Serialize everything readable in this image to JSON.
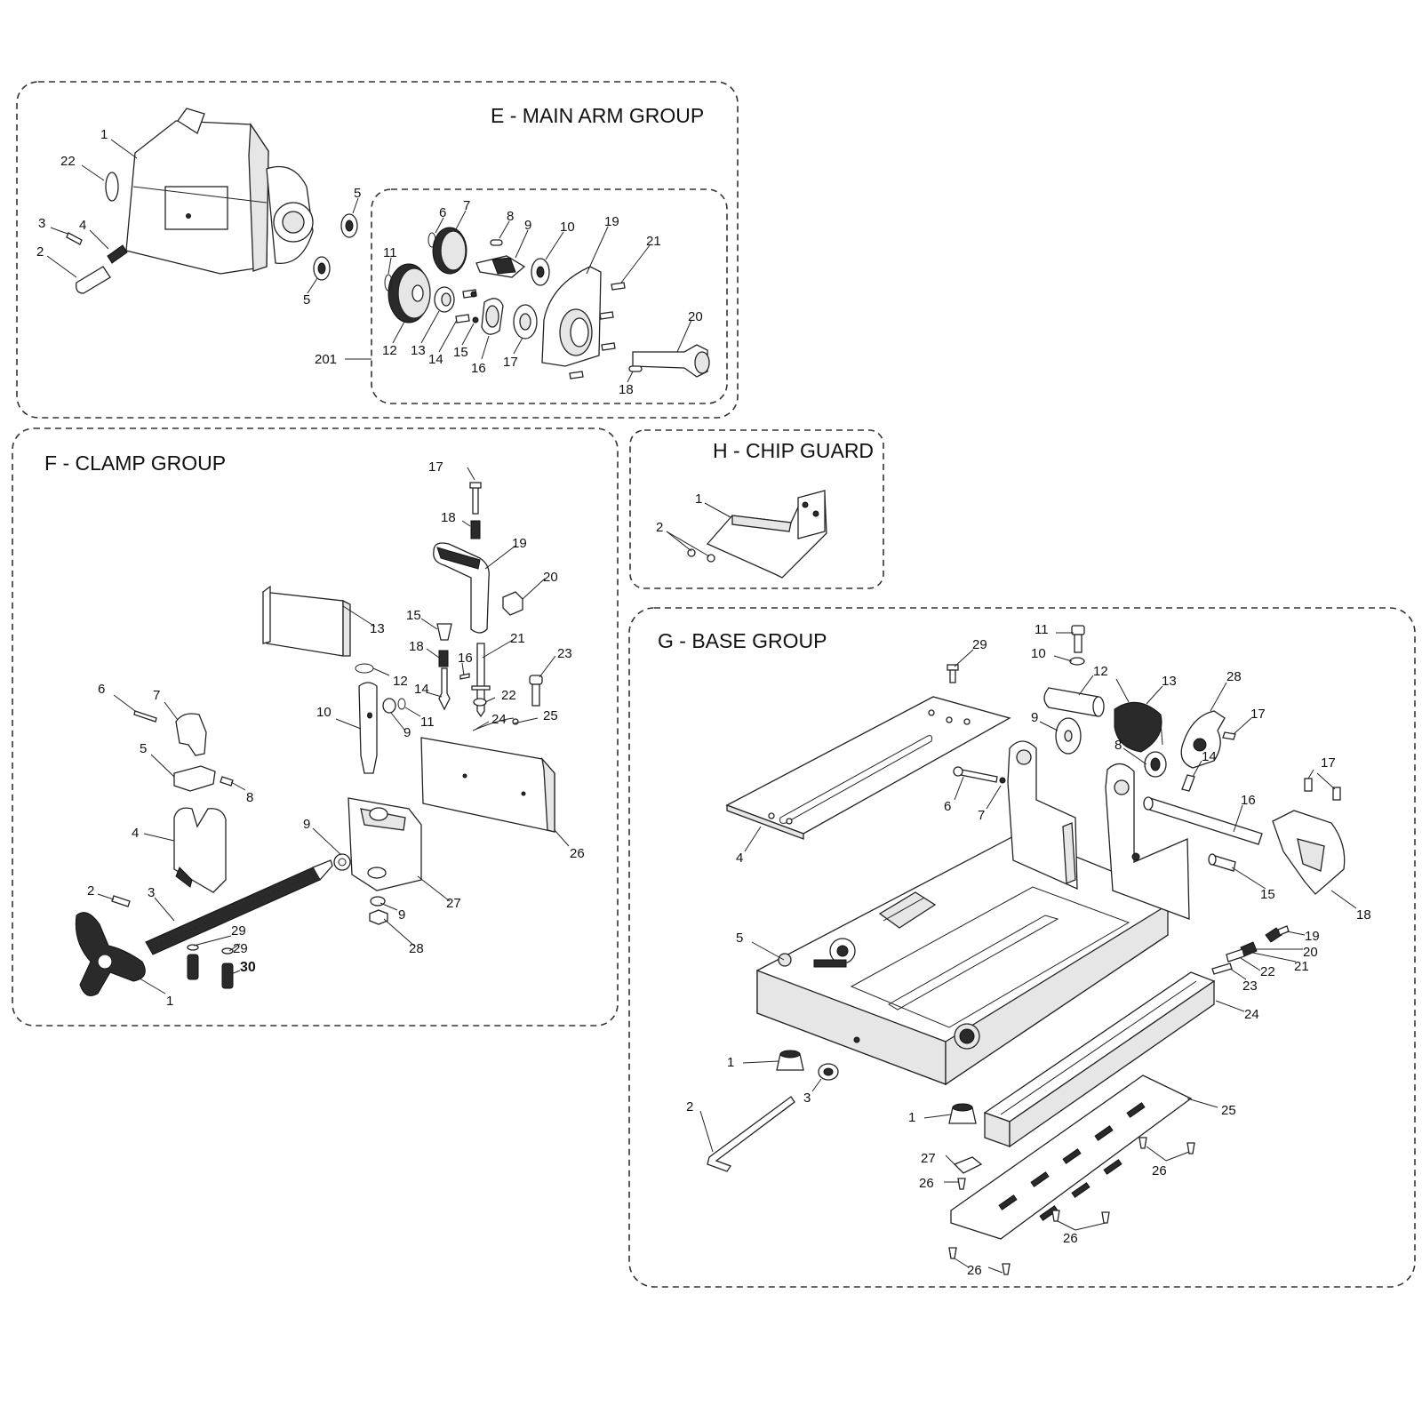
{
  "groups": {
    "e": {
      "title": "E - MAIN ARM GROUP",
      "labels": [
        "1",
        "22",
        "3",
        "4",
        "2",
        "5",
        "5",
        "6",
        "7",
        "8",
        "9",
        "10",
        "19",
        "21",
        "11",
        "12",
        "13",
        "14",
        "15",
        "16",
        "17",
        "20",
        "18",
        "201"
      ]
    },
    "f": {
      "title": "F - CLAMP GROUP",
      "labels": [
        "17",
        "18",
        "19",
        "20",
        "13",
        "15",
        "18",
        "16",
        "21",
        "23",
        "12",
        "14",
        "22",
        "24",
        "25",
        "10",
        "9",
        "11",
        "6",
        "7",
        "5",
        "8",
        "4",
        "26",
        "9",
        "27",
        "2",
        "3",
        "29",
        "29",
        "30",
        "9",
        "28",
        "1"
      ]
    },
    "h": {
      "title": "H - CHIP GUARD",
      "labels": [
        "1",
        "2"
      ]
    },
    "g": {
      "title": "G - BASE GROUP",
      "labels": [
        "29",
        "11",
        "10",
        "12",
        "13",
        "28",
        "9",
        "17",
        "8",
        "14",
        "17",
        "6",
        "7",
        "16",
        "4",
        "15",
        "18",
        "5",
        "19",
        "20",
        "21",
        "22",
        "23",
        "24",
        "1",
        "3",
        "2",
        "1",
        "25",
        "27",
        "26",
        "26",
        "26",
        "26"
      ]
    }
  },
  "icons": [
    "gear-icon",
    "bearing-icon",
    "screw-icon",
    "spring-icon",
    "washer-icon",
    "hex-key-icon"
  ]
}
